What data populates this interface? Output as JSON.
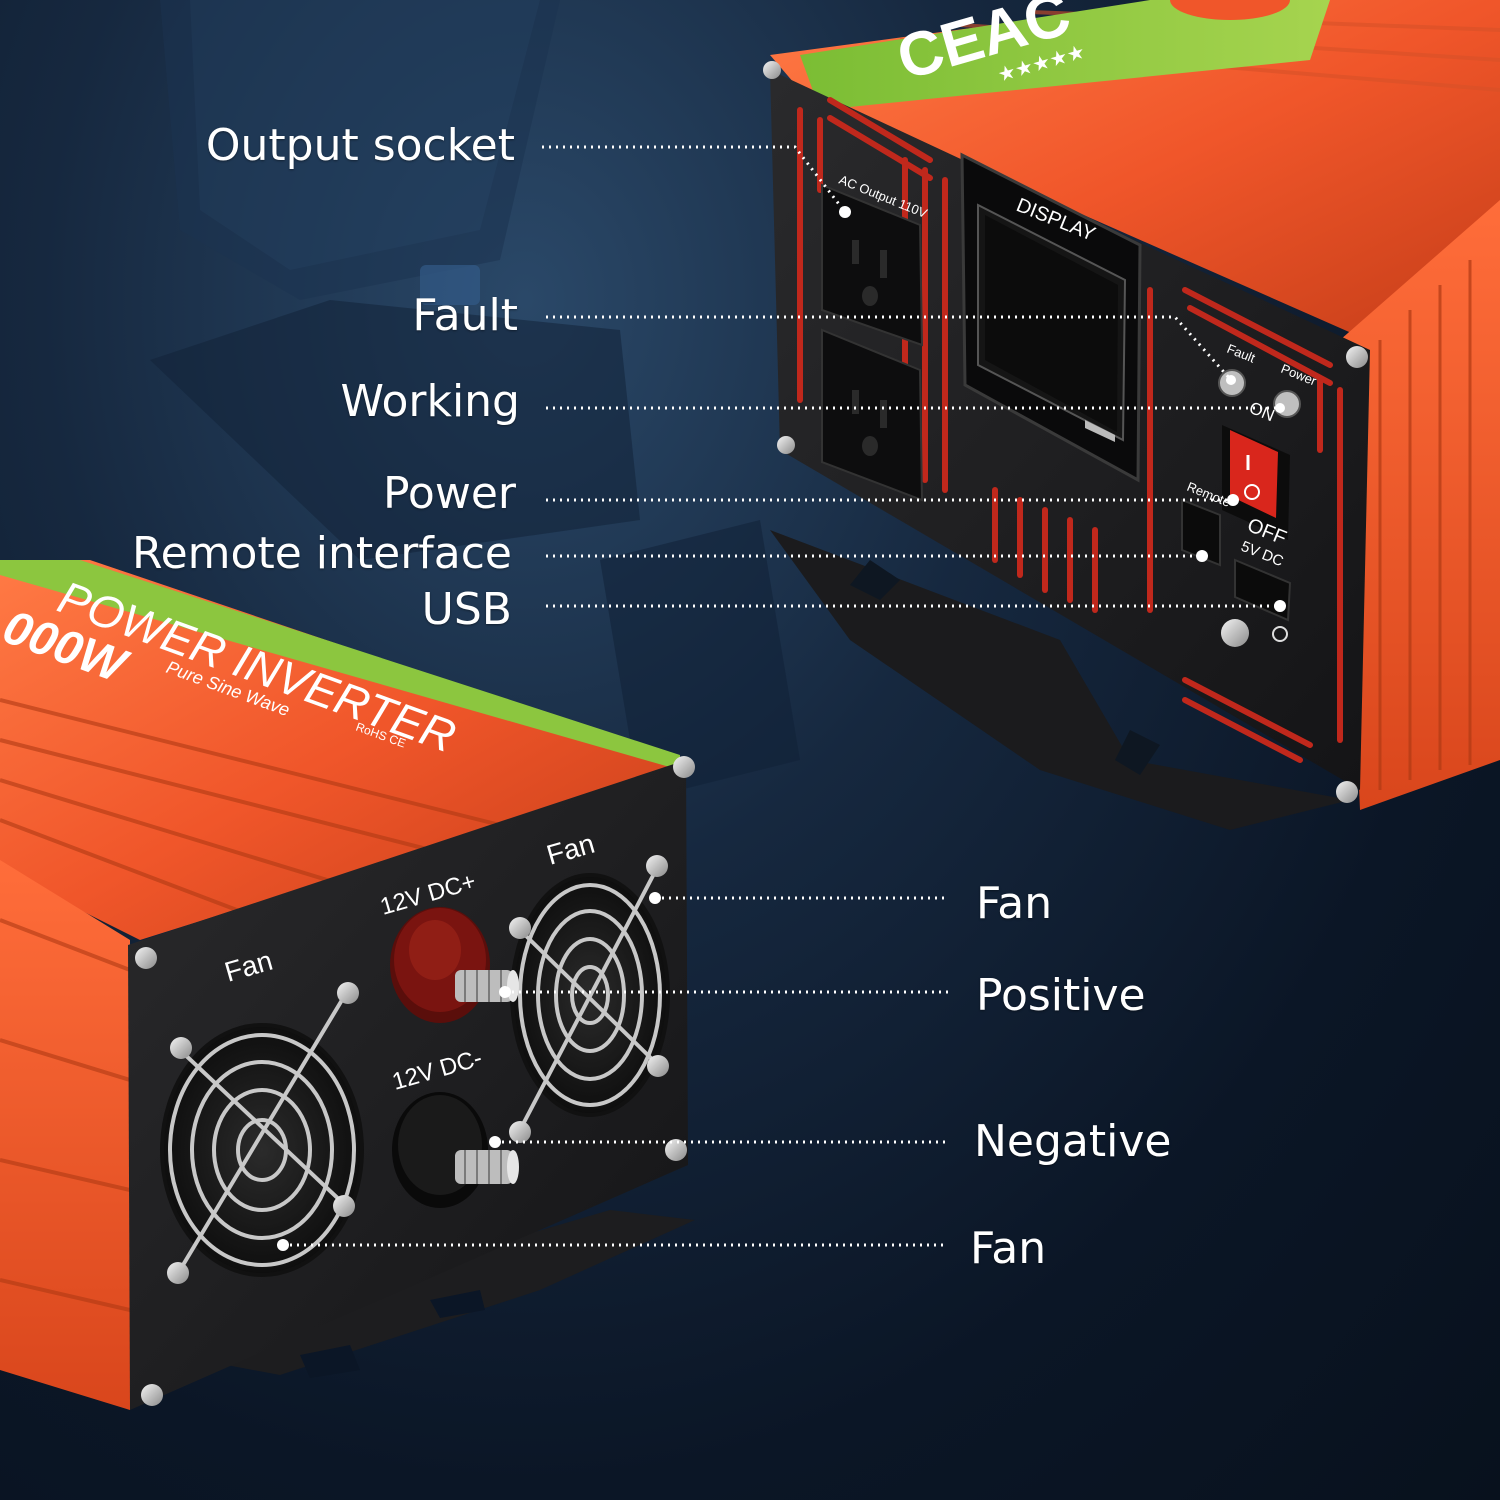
{
  "callouts_left": [
    {
      "id": "output-socket",
      "text": "Output socket"
    },
    {
      "id": "fault",
      "text": "Fault"
    },
    {
      "id": "working",
      "text": "Working"
    },
    {
      "id": "power",
      "text": "Power"
    },
    {
      "id": "remote-interface",
      "text": "Remote interface"
    },
    {
      "id": "usb",
      "text": "USB"
    }
  ],
  "callouts_right": [
    {
      "id": "fan-top",
      "text": "Fan"
    },
    {
      "id": "positive",
      "text": "Positive"
    },
    {
      "id": "negative",
      "text": "Negative"
    },
    {
      "id": "fan-bottom",
      "text": "Fan"
    }
  ],
  "product": {
    "brand": "CEAC",
    "stars": "★★★★★",
    "title": "POWER INVERTER",
    "wattage": "000W",
    "subtitle": "Pure Sine Wave",
    "certs": "RoHS CE",
    "display_label": "DISPLAY",
    "ac_output_label": "AC Output 110V",
    "fault_label": "Fault",
    "power_label": "Power",
    "on_label": "ON",
    "off_label": "OFF",
    "remote_label": "Remote",
    "usb_label": "5V DC",
    "fan_left_label": "Fan",
    "fan_right_label": "Fan",
    "positive_terminal_label": "12V DC+",
    "negative_terminal_label": "12V DC-"
  },
  "colors": {
    "body_orange": "#f0562a",
    "panel_black": "#1a1a1c",
    "label_green": "#8cc63f",
    "switch_red": "#d9261c",
    "terminal_red": "#7a1410"
  }
}
